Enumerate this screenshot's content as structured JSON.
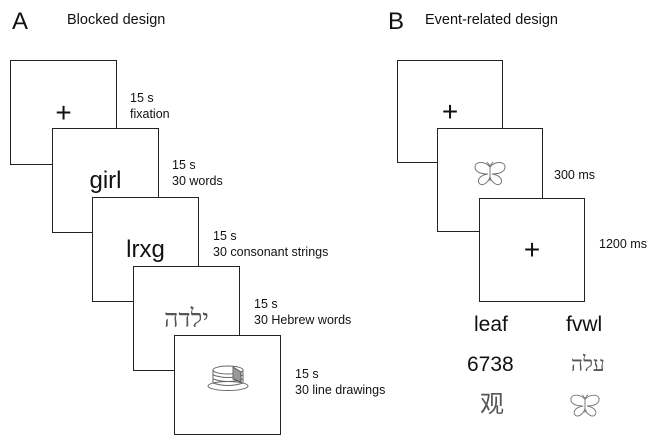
{
  "panel_a": {
    "letter": "A",
    "title": "Blocked design",
    "frames": [
      {
        "stimulus": "+",
        "duration": "15 s",
        "label": "fixation"
      },
      {
        "stimulus": "girl",
        "duration": "15 s",
        "label": "30 words"
      },
      {
        "stimulus": "lrxg",
        "duration": "15 s",
        "label": "30 consonant strings"
      },
      {
        "stimulus": "ילדה",
        "duration": "15 s",
        "label": "30 Hebrew words"
      },
      {
        "stimulus_icon": "cake-icon",
        "duration": "15 s",
        "label": "30 line drawings"
      }
    ]
  },
  "panel_b": {
    "letter": "B",
    "title": "Event-related design",
    "frames": [
      {
        "stimulus": "+"
      },
      {
        "stimulus_icon": "butterfly-icon",
        "duration": "300 ms"
      },
      {
        "stimulus": "+",
        "duration": "1200 ms"
      }
    ],
    "examples": [
      [
        "leaf",
        "fvwl"
      ],
      [
        "6738",
        "עלה"
      ],
      [
        "观",
        "butterfly-icon"
      ]
    ]
  }
}
